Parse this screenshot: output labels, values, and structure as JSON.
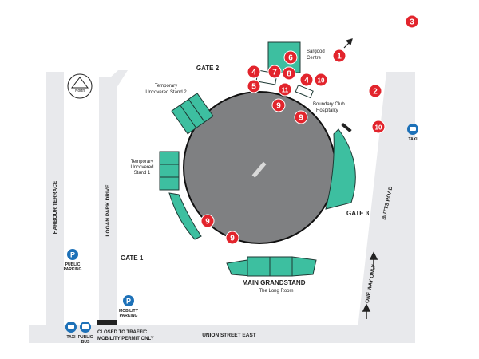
{
  "colors": {
    "road": "#e8e9ec",
    "field": "#7f8082",
    "stand": "#3dbfa0",
    "stand_stroke": "#1f3a35",
    "marker": "#e2242c",
    "blue": "#1d71b8",
    "text": "#222222"
  },
  "streets": {
    "harbour_terrace": "HARBOUR TERRACE",
    "logan_park_drive": "LOGAN PARK DRIVE",
    "butts_road": "BUTTS ROAD",
    "union_street_east": "UNION STREET EAST"
  },
  "gates": {
    "gate1": "GATE 1",
    "gate2": "GATE 2",
    "gate3": "GATE 3"
  },
  "buildings": {
    "sargood_line1": "Sargood",
    "sargood_line2": "Centre",
    "boundary_line1": "Boundary Club",
    "boundary_line2": "Hospitality",
    "temp2_line1": "Temporary",
    "temp2_line2": "Uncovered Stand 2",
    "temp1_line1": "Temporary",
    "temp1_line2": "Uncovered",
    "temp1_line3": "Stand 1",
    "grandstand": "MAIN GRANDSTAND",
    "long_room": "The Long Room"
  },
  "compass": {
    "label": "North",
    "icon": "north-arrow-icon"
  },
  "signs": {
    "one_way": "ONE WAY ONLY",
    "closed_line1": "CLOSED TO TRAFFIC",
    "closed_line2": "MOBILITY PERMIT ONLY"
  },
  "facilities": {
    "public_parking_line1": "PUBLIC",
    "public_parking_line2": "PARKING",
    "parking_letter": "P",
    "mobility_parking_line1": "MOBILITY",
    "mobility_parking_line2": "PARKING",
    "taxi": "TAXI",
    "public_bus_line1": "PUBLIC",
    "public_bus_line2": "BUS"
  },
  "markers": [
    {
      "number": "1"
    },
    {
      "number": "2"
    },
    {
      "number": "3"
    },
    {
      "number": "4"
    },
    {
      "number": "4"
    },
    {
      "number": "5"
    },
    {
      "number": "6"
    },
    {
      "number": "7"
    },
    {
      "number": "8"
    },
    {
      "number": "9"
    },
    {
      "number": "9"
    },
    {
      "number": "9"
    },
    {
      "number": "9"
    },
    {
      "number": "10"
    },
    {
      "number": "10"
    },
    {
      "number": "11"
    }
  ]
}
